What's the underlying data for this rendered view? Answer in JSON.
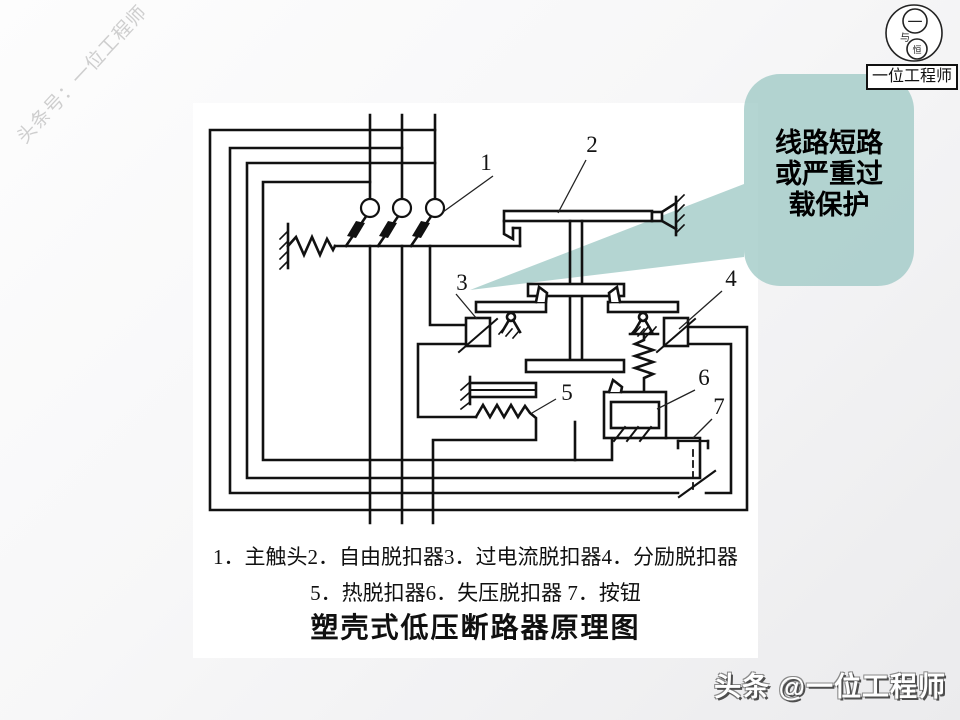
{
  "slide": {
    "figure": {
      "caption_line1": "1．主触头2．自由脱扣器3．过电流脱扣器4．分励脱扣器",
      "caption_line2": "5．热脱扣器6．失压脱扣器 7．按钮",
      "title": "塑壳式低压断路器原理图"
    },
    "callout": {
      "line1": "线路短路",
      "line2": "或严重过",
      "line3": "载保护"
    },
    "diagram_labels": {
      "l1": "1",
      "l2": "2",
      "l3": "3",
      "l4": "4",
      "l5": "5",
      "l6": "6",
      "l7": "7"
    },
    "watermarks": {
      "diagonal": "头条号：一位工程师",
      "footer": "头条 @一位工程师"
    },
    "logo": {
      "seal_top": "一",
      "seal_mid": "与",
      "seal_bottom": "恒",
      "banner": "一位工程师"
    },
    "colors": {
      "callout_fill": "#9fc9c5",
      "line": "#111111",
      "page_bg": "#f1f1f2",
      "figure_bg": "#ffffff"
    }
  }
}
